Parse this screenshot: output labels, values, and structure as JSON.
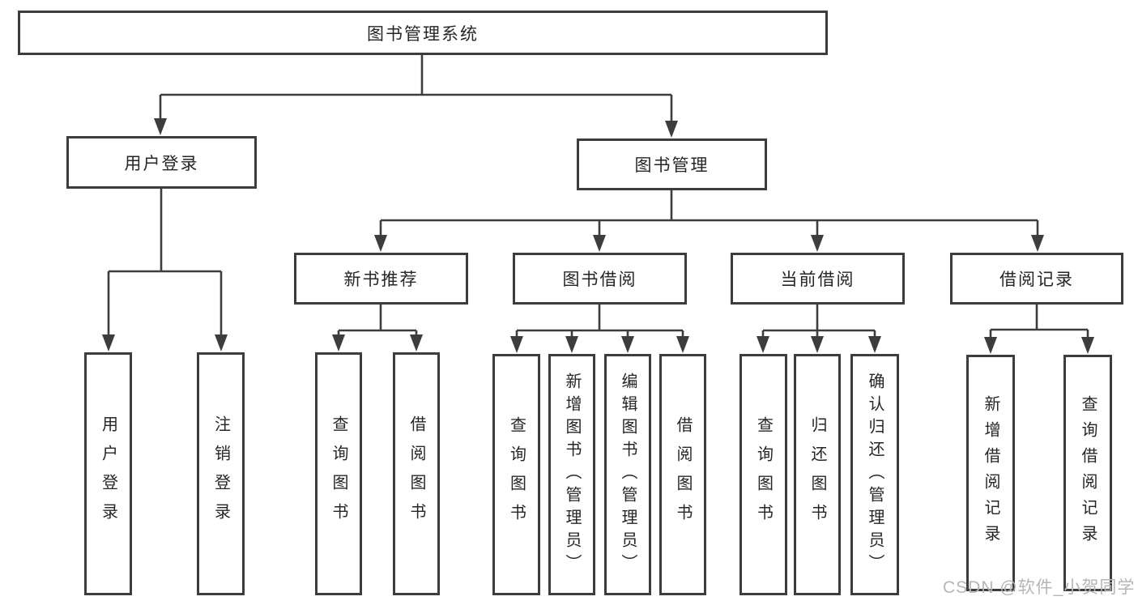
{
  "nodes": {
    "root": "图书管理系统",
    "user_login": "用户登录",
    "book_management": "图书管理",
    "new_book_recommend": "新书推荐",
    "book_borrowing": "图书借阅",
    "current_borrowing": "当前借阅",
    "borrowing_records": "借阅记录",
    "user_login_leaves": [
      "用户登录",
      "注销登录"
    ],
    "new_book_leaves": [
      "查询图书",
      "借阅图书"
    ],
    "book_borrowing_leaves": [
      "查询图书",
      "新增图书（管理员）",
      "编辑图书（管理员）",
      "借阅图书"
    ],
    "current_borrowing_leaves": [
      "查询图书",
      "归还图书",
      "确认归还（管理员）"
    ],
    "borrowing_records_leaves": [
      "新增借阅记录",
      "查询借阅记录"
    ]
  },
  "watermark": "CSDN @软件_小贺同学",
  "colors": {
    "line": "#3d3d3d",
    "text": "#262626",
    "watermark": "#b4b6b9",
    "background": "#ffffff"
  }
}
